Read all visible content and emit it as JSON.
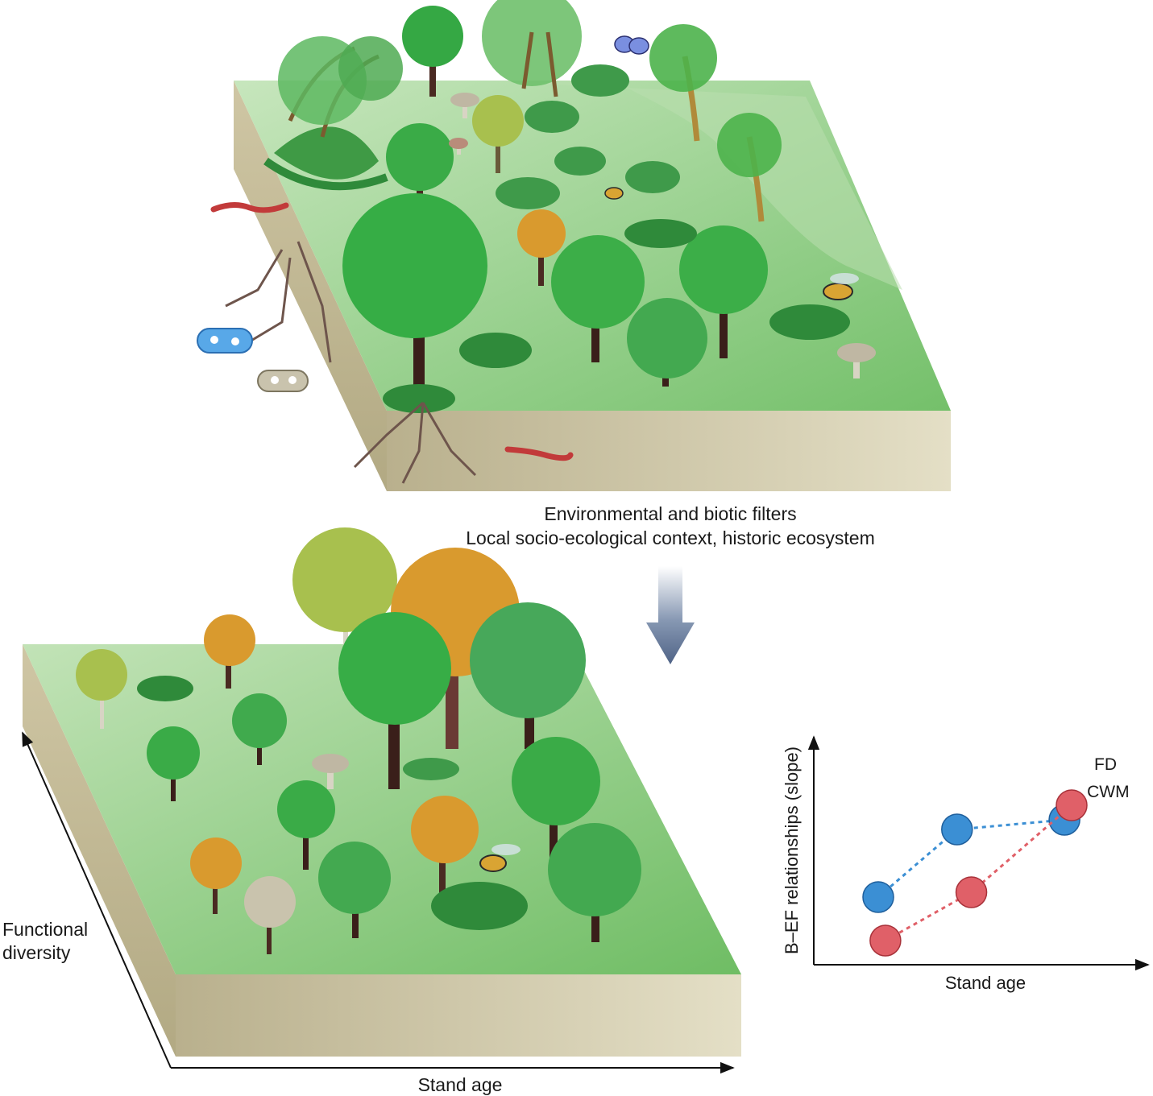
{
  "filters": {
    "line1": "Environmental and biotic filters",
    "line2": "Local socio-ecological context, historic ecosystem"
  },
  "lower_block": {
    "y_axis_label_line1": "Functional",
    "y_axis_label_line2": "diversity",
    "x_axis_label": "Stand age"
  },
  "chart_data": {
    "type": "scatter",
    "xlabel": "Stand age",
    "ylabel": "B–EF relationships (slope)",
    "series": [
      {
        "name": "FD",
        "color": "#e06068",
        "x": [
          1,
          2.2,
          3.6
        ],
        "y": [
          0.5,
          1.5,
          3.3
        ]
      },
      {
        "name": "CWM",
        "color": "#3b8fd4",
        "x": [
          0.9,
          2.0,
          3.5
        ],
        "y": [
          1.4,
          2.8,
          3.0
        ]
      }
    ],
    "legend": [
      "FD",
      "CWM"
    ],
    "legend_position": "top-right",
    "xlim": [
      0,
      4.5
    ],
    "ylim": [
      0,
      4.5
    ]
  },
  "colors": {
    "grass": "#8ccc7e",
    "soil": "#cfc7a6",
    "arrow": "#5a6f8f",
    "fd": "#e06068",
    "cwm": "#3b8fd4"
  }
}
